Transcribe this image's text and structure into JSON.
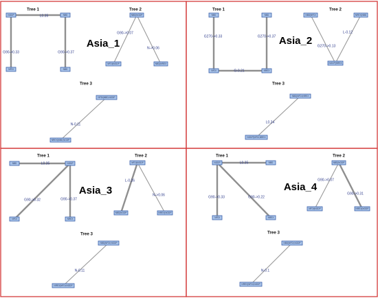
{
  "colors": {
    "panel_border": "#d43a3a",
    "node_fill": "#a9c4ea",
    "node_stroke": "#3a5fa8",
    "edge": "#9a9a9a",
    "edge_label": "#2c3a8a"
  },
  "panels": [
    {
      "title": "Asia_1",
      "trees": [
        {
          "title": "Tree 1",
          "nodes": [
            {
              "id": "a",
              "label": "NGDP"
            },
            {
              "id": "b",
              "label": "NBD"
            },
            {
              "id": "c",
              "label": "NFDI"
            },
            {
              "id": "d",
              "label": "NBD"
            }
          ],
          "edges": [
            {
              "from": "a",
              "to": "b",
              "label": "L0.35",
              "thick": true
            },
            {
              "from": "a",
              "to": "c",
              "label": "G90->0.33",
              "thick": true
            },
            {
              "from": "b",
              "to": "d",
              "label": "G90->0.37",
              "thick": true
            }
          ]
        },
        {
          "title": "Tree 2",
          "nodes": [
            {
              "id": "a",
              "label": "NBD|NGDP"
            },
            {
              "id": "b",
              "label": "NFDI|NGDP"
            },
            {
              "id": "c",
              "label": "NBD|NREX"
            }
          ],
          "edges": [
            {
              "from": "a",
              "to": "b",
              "label": "G90->0.07",
              "thick": false
            },
            {
              "from": "a",
              "to": "c",
              "label": "N->0.06",
              "thick": false
            }
          ]
        },
        {
          "title": "Tree 3",
          "nodes": [
            {
              "id": "a",
              "label": "NFDI|NBD;NGDP"
            },
            {
              "id": "b",
              "label": "NREX|NBD;NGDP"
            }
          ],
          "edges": [
            {
              "from": "a",
              "to": "b",
              "label": "N-0.11",
              "thick": false
            }
          ]
        }
      ]
    },
    {
      "title": "Asia_2",
      "trees": [
        {
          "title": "Tree 1",
          "nodes": [
            {
              "id": "a",
              "label": "NBD"
            },
            {
              "id": "b",
              "label": "NBD"
            },
            {
              "id": "c",
              "label": "NFDI"
            },
            {
              "id": "d",
              "label": "NREX"
            }
          ],
          "edges": [
            {
              "from": "a",
              "to": "c",
              "label": "G270->0.33",
              "thick": true
            },
            {
              "from": "b",
              "to": "d",
              "label": "G270->0.37",
              "thick": true
            },
            {
              "from": "c",
              "to": "d",
              "label": "G-0.21",
              "thick": true
            }
          ]
        },
        {
          "title": "Tree 2",
          "nodes": [
            {
              "id": "a",
              "label": "NBD|NFDI"
            },
            {
              "id": "b",
              "label": "NREX|NBD"
            },
            {
              "id": "c",
              "label": "NGDP|NREX"
            }
          ],
          "edges": [
            {
              "from": "a",
              "to": "c",
              "label": "G270->0.13",
              "thick": false
            },
            {
              "from": "b",
              "to": "c",
              "label": "L-0.12",
              "thick": false
            }
          ]
        },
        {
          "title": "Tree 3",
          "nodes": [
            {
              "id": "a",
              "label": "NBD|NFDI;NREX"
            },
            {
              "id": "b",
              "label": "NGDP|NFDI;NREX"
            }
          ],
          "edges": [
            {
              "from": "a",
              "to": "b",
              "label": "L0.24",
              "thick": false
            }
          ]
        }
      ]
    },
    {
      "title": "Asia_3",
      "trees": [
        {
          "title": "Tree 1",
          "nodes": [
            {
              "id": "a",
              "label": "NBD"
            },
            {
              "id": "b",
              "label": "NGDP"
            },
            {
              "id": "c",
              "label": "NFDI"
            },
            {
              "id": "d",
              "label": "NREX"
            }
          ],
          "edges": [
            {
              "from": "a",
              "to": "b",
              "label": "L0.35",
              "thick": true
            },
            {
              "from": "b",
              "to": "c",
              "label": "G90->0.32",
              "thick": true
            },
            {
              "from": "b",
              "to": "d",
              "label": "G90->0.37",
              "thick": true
            }
          ]
        },
        {
          "title": "Tree 2",
          "nodes": [
            {
              "id": "a",
              "label": "NFDI|NGDP"
            },
            {
              "id": "b",
              "label": "NBD|NGDP"
            },
            {
              "id": "c",
              "label": "NREX|NGDP"
            }
          ],
          "edges": [
            {
              "from": "a",
              "to": "b",
              "label": "L-0.26",
              "thick": true
            },
            {
              "from": "a",
              "to": "c",
              "label": "N->0.06",
              "thick": false
            }
          ]
        },
        {
          "title": "Tree 3",
          "nodes": [
            {
              "id": "a",
              "label": "NBD|NFDI;NGDP"
            },
            {
              "id": "b",
              "label": "NREX|NFDI;NGDP"
            }
          ],
          "edges": [
            {
              "from": "a",
              "to": "b",
              "label": "N-0.11",
              "thick": false
            }
          ]
        }
      ]
    },
    {
      "title": "Asia_4",
      "trees": [
        {
          "title": "Tree 1",
          "nodes": [
            {
              "id": "a",
              "label": "NGDP"
            },
            {
              "id": "b",
              "label": "NBD"
            },
            {
              "id": "c",
              "label": "NFDI"
            },
            {
              "id": "d",
              "label": "NREX"
            }
          ],
          "edges": [
            {
              "from": "a",
              "to": "b",
              "label": "L0.35",
              "thick": true
            },
            {
              "from": "a",
              "to": "c",
              "label": "G90->0.33",
              "thick": true
            },
            {
              "from": "a",
              "to": "d",
              "label": "G90->0.22",
              "thick": true
            }
          ]
        },
        {
          "title": "Tree 2",
          "nodes": [
            {
              "id": "a",
              "label": "NBD|NGDP"
            },
            {
              "id": "b",
              "label": "NFDI|NGDP"
            },
            {
              "id": "c",
              "label": "NREX|NGDP"
            }
          ],
          "edges": [
            {
              "from": "a",
              "to": "b",
              "label": "G90->0.07",
              "thick": false
            },
            {
              "from": "a",
              "to": "c",
              "label": "G90->0.31",
              "thick": true
            }
          ]
        },
        {
          "title": "Tree 3",
          "nodes": [
            {
              "id": "a",
              "label": "NBD|NFDI;NGDP"
            },
            {
              "id": "b",
              "label": "NREX|NFDI;NGDP"
            }
          ],
          "edges": [
            {
              "from": "a",
              "to": "b",
              "label": "N-0.1",
              "thick": false
            }
          ]
        }
      ]
    }
  ]
}
